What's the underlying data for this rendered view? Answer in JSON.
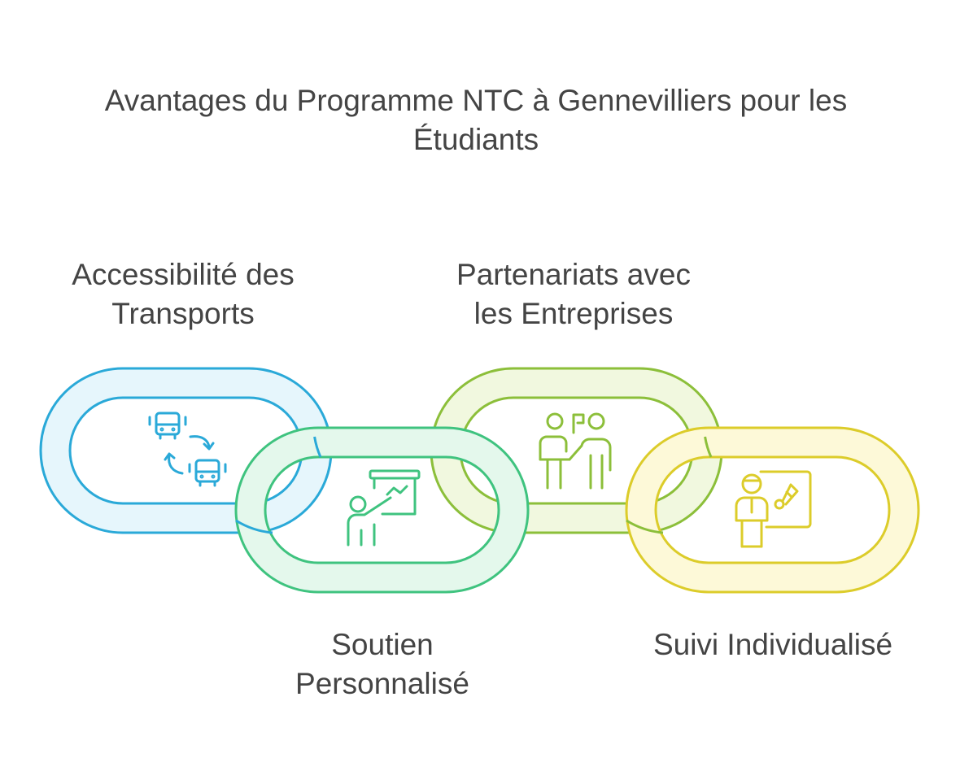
{
  "title": "Avantages du Programme NTC à Gennevilliers pour les Étudiants",
  "links": [
    {
      "label_lines": [
        "Accessibilité des",
        "Transports"
      ],
      "icon": "bus-transfer-icon",
      "stroke": "#2aa9d8",
      "fill": "#e6f6fc"
    },
    {
      "label_lines": [
        "Soutien",
        "Personnalisé"
      ],
      "icon": "teacher-board-icon",
      "stroke": "#3fc37f",
      "fill": "#e4f8ec"
    },
    {
      "label_lines": [
        "Partenariats avec",
        "les Entreprises"
      ],
      "icon": "meeting-presentation-icon",
      "stroke": "#8cbf3a",
      "fill": "#f1f8df"
    },
    {
      "label_lines": [
        "Suivi Individualisé"
      ],
      "icon": "coach-board-icon",
      "stroke": "#dccc2a",
      "fill": "#fdf9d8"
    }
  ]
}
